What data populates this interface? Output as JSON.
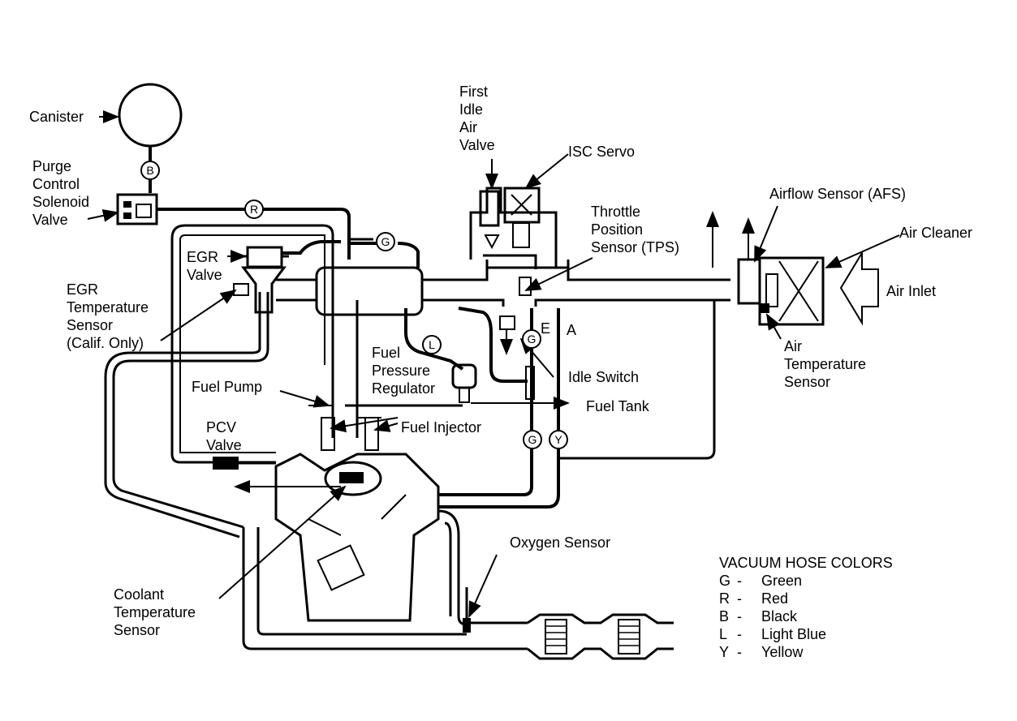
{
  "labels": {
    "canister": "Canister",
    "purge": [
      "Purge",
      "Control",
      "Solenoid",
      "Valve"
    ],
    "egr_valve": [
      "EGR",
      "Valve"
    ],
    "egr_temp": [
      "EGR",
      "Temperature",
      "Sensor",
      "(Calif. Only)"
    ],
    "first_idle": [
      "First",
      "Idle",
      "Air",
      "Valve"
    ],
    "isc_servo": "ISC Servo",
    "tps": [
      "Throttle",
      "Position",
      "Sensor (TPS)"
    ],
    "afs": "Airflow Sensor (AFS)",
    "air_cleaner": "Air Cleaner",
    "air_inlet": "Air Inlet",
    "air_temp": [
      "Air",
      "Temperature",
      "Sensor"
    ],
    "fuel_pressure": [
      "Fuel",
      "Pressure",
      "Regulator"
    ],
    "idle_switch": "Idle Switch",
    "fuel_tank": "Fuel Tank",
    "fuel_pump": "Fuel Pump",
    "fuel_injector": "Fuel Injector",
    "pcv": [
      "PCV",
      "Valve"
    ],
    "oxygen": "Oxygen Sensor",
    "coolant": [
      "Coolant",
      "Temperature",
      "Sensor"
    ],
    "port_e": "E",
    "port_a": "A"
  },
  "hose_tags": {
    "b": "B",
    "r": "R",
    "g_top": "G",
    "l": "L",
    "g_mid": "G",
    "g_low": "G",
    "y": "Y"
  },
  "legend": {
    "title": "VACUUM HOSE COLORS",
    "items": [
      {
        "key": "G",
        "dash": "-",
        "name": "Green"
      },
      {
        "key": "R",
        "dash": "-",
        "name": "Red"
      },
      {
        "key": "B",
        "dash": "-",
        "name": "Black"
      },
      {
        "key": "L",
        "dash": "-",
        "name": "Light Blue"
      },
      {
        "key": "Y",
        "dash": "-",
        "name": "Yellow"
      }
    ]
  }
}
